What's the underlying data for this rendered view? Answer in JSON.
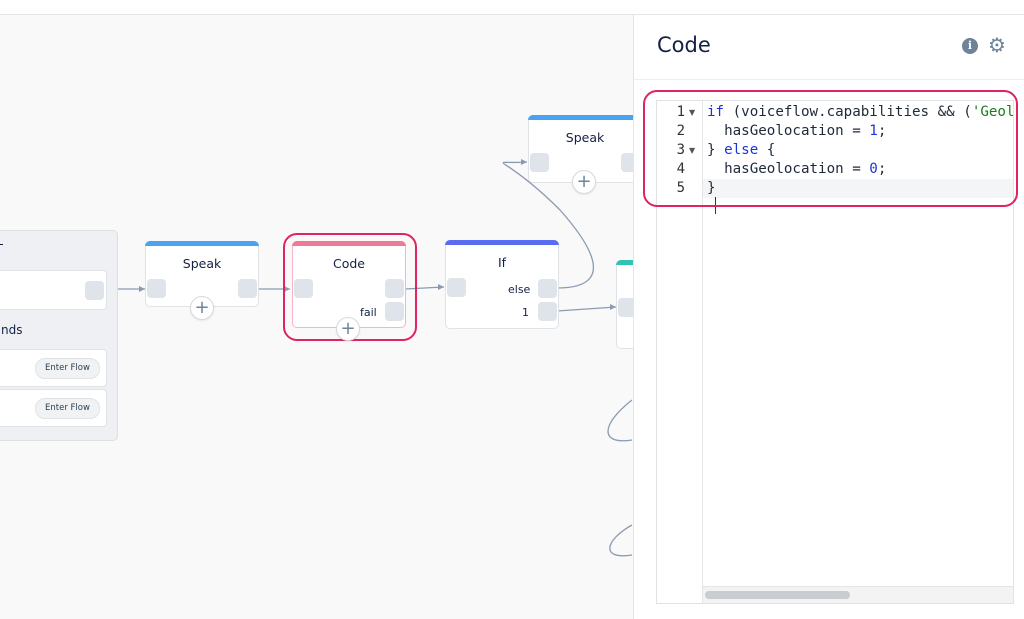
{
  "canvas": {
    "start_block": {
      "section_label": "nds",
      "rows": [
        {
          "button_label": "Enter Flow"
        },
        {
          "button_label": "Enter Flow"
        }
      ]
    },
    "speak_block": {
      "title": "Speak"
    },
    "code_block": {
      "title": "Code",
      "fail_label": "fail"
    },
    "if_block": {
      "title": "If",
      "else_label": "else",
      "one_label": "1"
    },
    "speak_block_top": {
      "title": "Speak"
    },
    "colors": {
      "speak_bar": "#4aa3f0",
      "code_bar": "#f07a95",
      "if_bar": "#5a6cf0",
      "teal_bar": "#33c3b5",
      "highlight": "#e0245e"
    }
  },
  "panel": {
    "title": "Code",
    "icons": [
      "info-icon",
      "gear-icon"
    ],
    "editor": {
      "line_numbers": [
        "1",
        "2",
        "3",
        "4",
        "5"
      ],
      "fold_lines": [
        "1",
        "3"
      ]
    }
  }
}
